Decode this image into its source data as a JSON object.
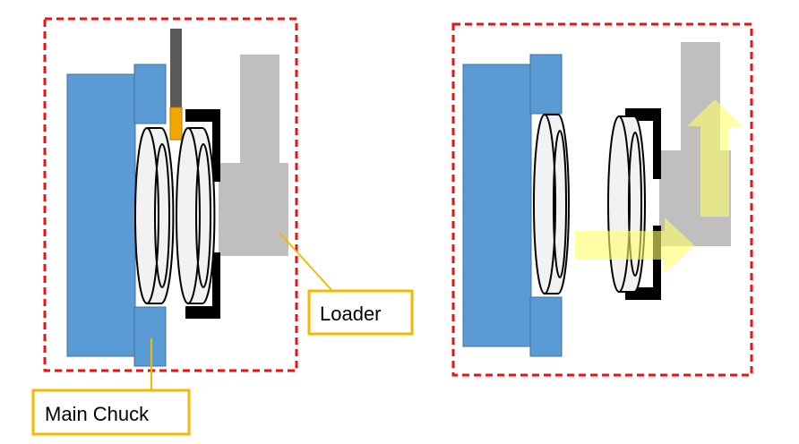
{
  "labels": {
    "loader": "Loader",
    "main_chuck": "Main Chuck"
  },
  "colors": {
    "chuck_blue": "#5b9bd5",
    "chuck_edge": "#41719c",
    "loader_gray": "#bfbfbf",
    "frame_red": "#ee1111",
    "callout_orange": "#f5b800",
    "arrow_yellow": "#ffff66",
    "tool_gray": "#595959",
    "tool_tip": "#f0a800",
    "clamp_black": "#000000",
    "wafer_fill": "#f2f2f2"
  },
  "panels": [
    {
      "id": "before",
      "description_icon": "chuck-with-loader-engaged"
    },
    {
      "id": "after",
      "description_icon": "loader-retracting"
    }
  ]
}
